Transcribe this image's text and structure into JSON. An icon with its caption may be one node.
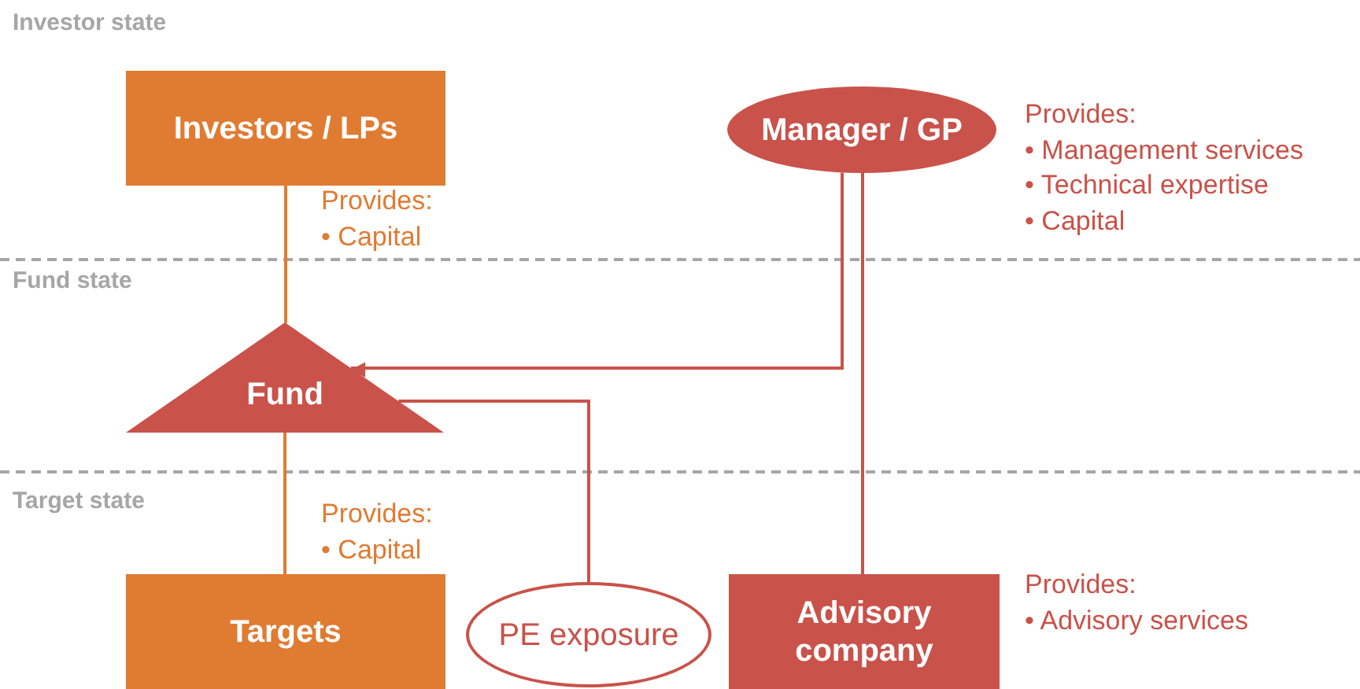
{
  "diagram": {
    "nodes": [
      {
        "text": [
          "Investors / LPs"
        ],
        "beside": [
          "Provides:",
          "• Capital"
        ]
      },
      {
        "text": [
          "Manager / GP"
        ],
        "beside": [
          "Provides:",
          "• Management services",
          "• Technical expertise",
          "• Capital"
        ]
      },
      {
        "text": [
          "Fund"
        ]
      },
      {
        "text": [
          "Targets"
        ],
        "beside": [
          "Provides:",
          "• Capital"
        ]
      },
      {
        "text": [
          "PE exposure"
        ]
      },
      {
        "text": [
          "Advisory company"
        ],
        "beside": [
          "Provides:",
          "• Advisory services"
        ]
      }
    ],
    "edges": [
      {
        "from": 0,
        "to": 2,
        "arrow": "none",
        "color": "#e07b32"
      },
      {
        "from": 1,
        "to": 2,
        "arrow": "to"
      },
      {
        "from": 2,
        "to": 3,
        "arrow": "none",
        "color": "#e07b32"
      },
      {
        "from": 1,
        "to": 5,
        "arrow": "none"
      },
      {
        "from": 4,
        "to": 2,
        "arrow": "none"
      }
    ],
    "labels": [
      "Investor state",
      "Fund state",
      "Target state"
    ]
  }
}
